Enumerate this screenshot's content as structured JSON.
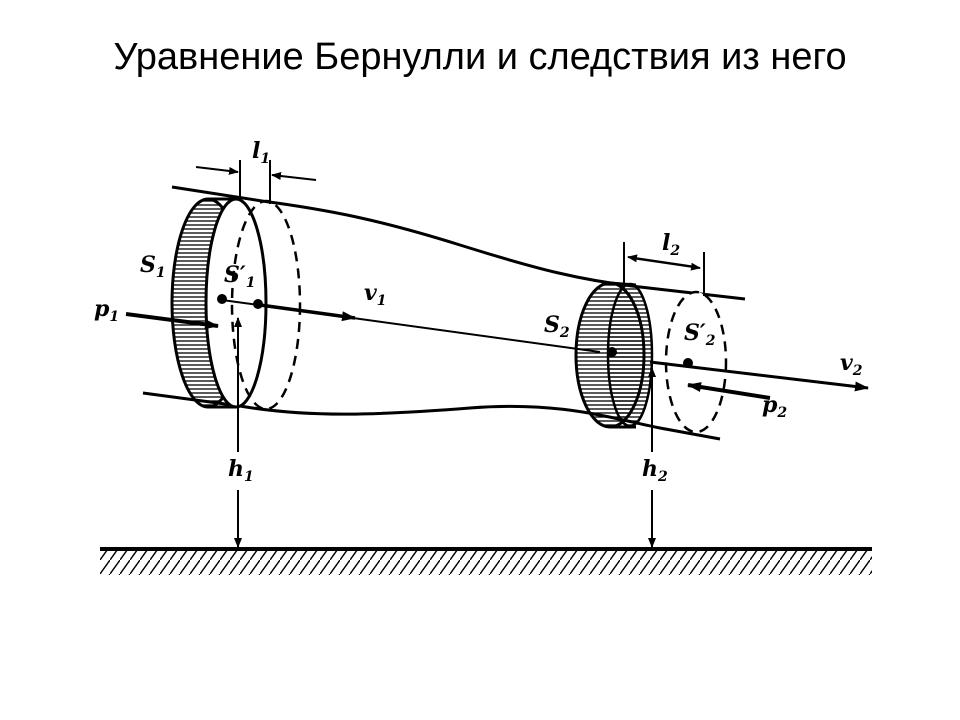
{
  "slide": {
    "title": "Уравнение Бернулли и следствия из него"
  },
  "diagram": {
    "labels": {
      "l1": "l",
      "l1_sub": "1",
      "l2": "l",
      "l2_sub": "2",
      "S1": "S",
      "S1_sub": "1",
      "S1p": "S′",
      "S1p_sub": "1",
      "S2": "S",
      "S2_sub": "2",
      "S2p": "S′",
      "S2p_sub": "2",
      "p1": "p",
      "p1_sub": "1",
      "p2": "p",
      "p2_sub": "2",
      "v1": "v",
      "v1_sub": "1",
      "v2": "v",
      "v2_sub": "2",
      "h1": "h",
      "h1_sub": "1",
      "h2": "h",
      "h2_sub": "2"
    },
    "colors": {
      "ink": "#000000",
      "background": "#ffffff"
    }
  }
}
